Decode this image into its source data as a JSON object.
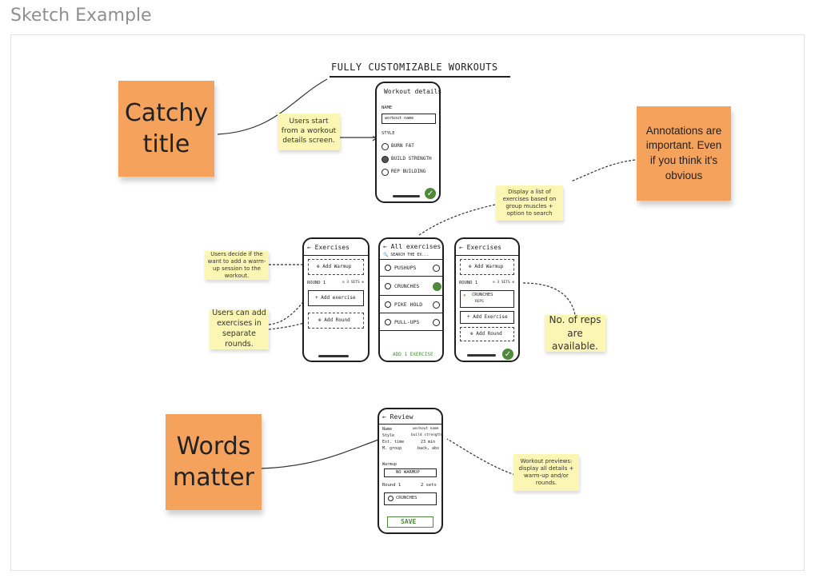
{
  "page": {
    "title": "Sketch Example"
  },
  "board": {
    "header": "FULLY CUSTOMIZABLE WORKOUTS",
    "stickies": {
      "catchy": "Catchy title",
      "annotations": "Annotations are important. Even if you think it's obvious",
      "words": "Words matter"
    },
    "notes": {
      "start": "Users start from a workout details screen.",
      "display_list": "Display a list of exercises based on group muscles + option to search",
      "warmup": "Users decide if the want to add a warm-up session to the workout.",
      "rounds": "Users can add exercises in separate rounds.",
      "reps": "No. of reps are available.",
      "previews": "Workout previews: display all details + warm-up and/or rounds."
    },
    "phone_details": {
      "title": "Workout details",
      "name_label": "NAME",
      "name_value": "workout name",
      "style_label": "STYLE",
      "options": [
        "BURN FAT",
        "BUILD STRENGTH",
        "REP BUILDING"
      ]
    },
    "phone_exercises": {
      "title": "← Exercises",
      "add_warmup": "⊕ Add Warmup",
      "round": "ROUND 1",
      "round_count": "⊖ 3 SETS ⊕",
      "add_exercise": "+ Add exercise",
      "add_round": "⊕ Add Round"
    },
    "phone_all": {
      "title": "← All exercises",
      "search": "🔍 SEARCH THE EX...",
      "items": [
        "PUSHUPS",
        "CRUNCHES",
        "PIKE HOLD",
        "PULL-UPS"
      ],
      "cta": "ADD 1 EXERCISE"
    },
    "phone_exercises2": {
      "title": "← Exercises",
      "add_warmup": "⊕ Add Warmup",
      "round": "ROUND 1",
      "round_count": "⊖ 3 SETS ⊕",
      "item": "CRUNCHES",
      "item_reps": "REPS",
      "add_exercise": "+ Add Exercise",
      "add_round": "⊕ Add Round"
    },
    "phone_review": {
      "title": "← Review",
      "rows": [
        {
          "label": "Name",
          "value": "workout name"
        },
        {
          "label": "Style",
          "value": "build strength"
        },
        {
          "label": "Est. time",
          "value": "23 min"
        },
        {
          "label": "M. group",
          "value": "back, abs"
        }
      ],
      "warmup_label": "Warmup",
      "warmup_value": "NO WARMUP",
      "round": "Round 1",
      "round_sets": "2 sets",
      "item": "CRUNCHES",
      "save": "SAVE"
    }
  }
}
